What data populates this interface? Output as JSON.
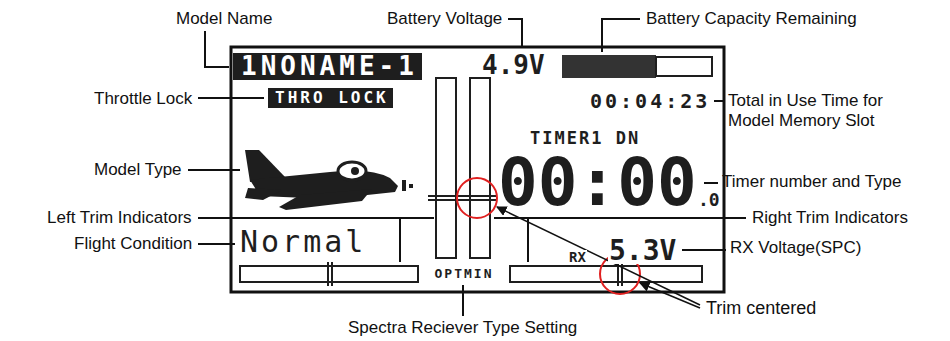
{
  "diagram": {
    "nodes": [
      {
        "text": [
          "1NONAME-1"
        ]
      },
      {
        "text": [
          "THRO LOCK"
        ]
      }
    ],
    "labels": [
      "Model Name",
      "Battery Voltage",
      "Battery Capacity Remaining",
      "4.9V",
      "Throttle Lock",
      "00:04:23",
      "Total in Use Time for Model Memory Slot",
      "TIMER1 DN",
      "Model Type",
      "00:00",
      ".0",
      "Timer number and Type",
      "Left Trim Indicators",
      "Right Trim Indicators",
      "Flight Condition",
      "Normal",
      "RX",
      "5.3V",
      "RX Voltage(SPC)",
      "OPTMIN",
      "Spectra Reciever Type Setting",
      "Trim centered"
    ]
  }
}
